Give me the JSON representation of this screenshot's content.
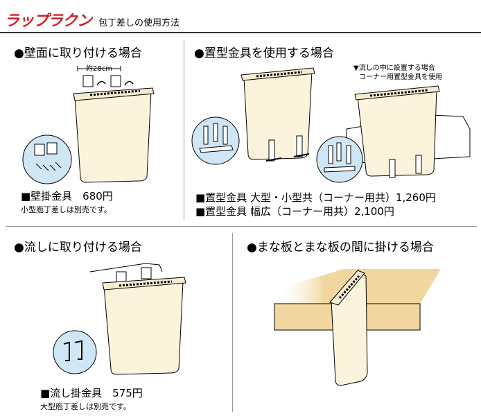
{
  "header": {
    "brand": "ラップラクン",
    "subtitle": "包丁差しの使用方法"
  },
  "sections": {
    "wall": {
      "title": "●壁面に取り付ける場合",
      "dimension": "約28cm",
      "product": "■壁掛金具　680円",
      "note": "小型庖丁差しは別売です。"
    },
    "stand": {
      "title": "●置型金具を使用する場合",
      "corner_note_1": "▼流しの中に設置する場合",
      "corner_note_2": "コーナー用置型金具を使用",
      "product_1": "■置型金具 大型・小型共（コーナー用共）1,260円",
      "product_2": "■置型金具 幅広（コーナー用共）2,100円"
    },
    "sink": {
      "title": "●流しに取り付ける場合",
      "product": "■流し掛金具　575円",
      "note": "大型庖丁差しは別売です。"
    },
    "board": {
      "title": "●まな板とまな板の間に掛ける場合"
    }
  },
  "colors": {
    "accent": "#c9161d",
    "brand": "#d61f26",
    "holder_fill": "#fbf3dc",
    "circle_fill": "#cfe6f4",
    "board_fill": "#f1d79f"
  }
}
